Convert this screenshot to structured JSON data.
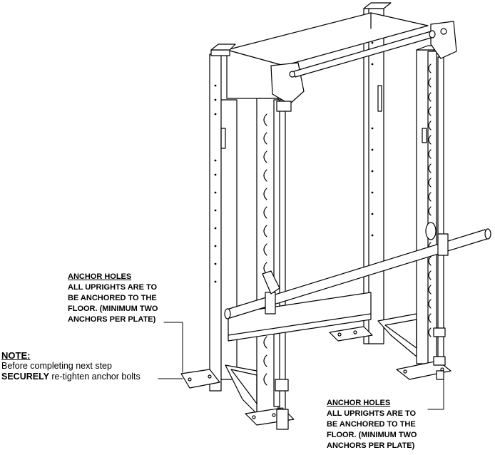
{
  "callouts": {
    "left": {
      "heading": "ANCHOR HOLES",
      "lines": [
        "ALL UPRIGHTS ARE TO",
        "BE ANCHORED TO THE",
        "FLOOR. (MINIMUM TWO",
        "ANCHORS PER PLATE)"
      ]
    },
    "right": {
      "heading": "ANCHOR HOLES",
      "lines": [
        "ALL UPRIGHTS ARE TO",
        "BE ANCHORED TO THE",
        "FLOOR. (MINIMUM TWO",
        "ANCHORS PER PLATE)"
      ]
    }
  },
  "note": {
    "heading": "NOTE:",
    "line1": "Before completing next step",
    "line2_bold": "SECURELY",
    "line2_rest": " re-tighten anchor bolts"
  }
}
